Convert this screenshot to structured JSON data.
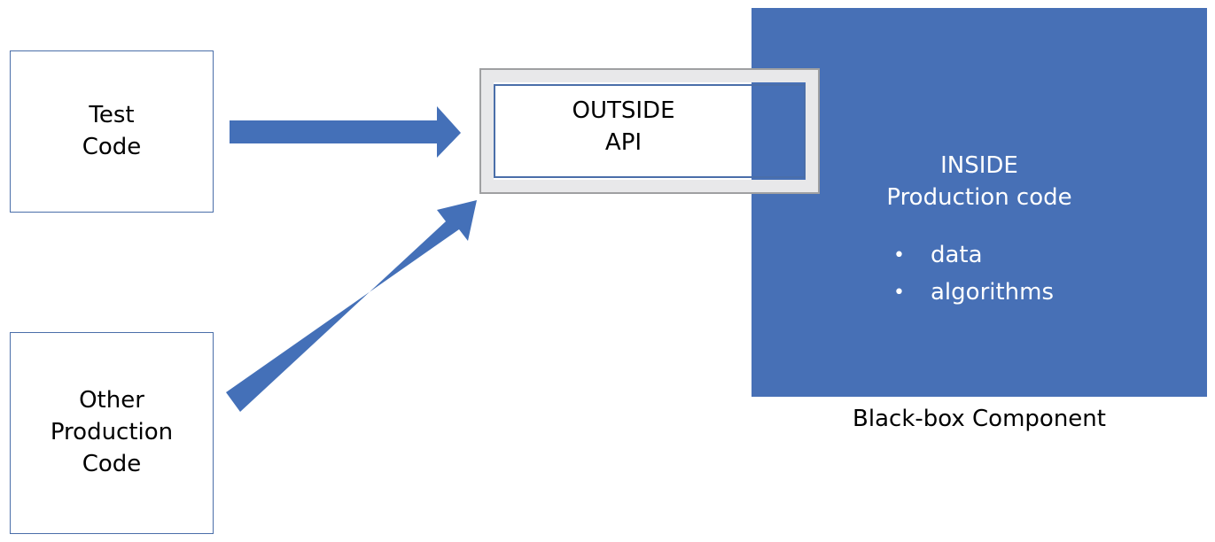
{
  "boxes": {
    "test_code": [
      "Test",
      "Code"
    ],
    "other_production_code": [
      "Other",
      "Production",
      "Code"
    ]
  },
  "api": [
    "OUTSIDE",
    "API"
  ],
  "component": {
    "inside": [
      "INSIDE",
      "Production code"
    ],
    "bullets": [
      "data",
      "algorithms"
    ],
    "caption": "Black-box Component"
  },
  "colors": {
    "component_fill": "#4770b6",
    "arrow_fill": "#4470b8",
    "box_border": "#4a6ea9",
    "api_frame": "#e8e8ea"
  }
}
